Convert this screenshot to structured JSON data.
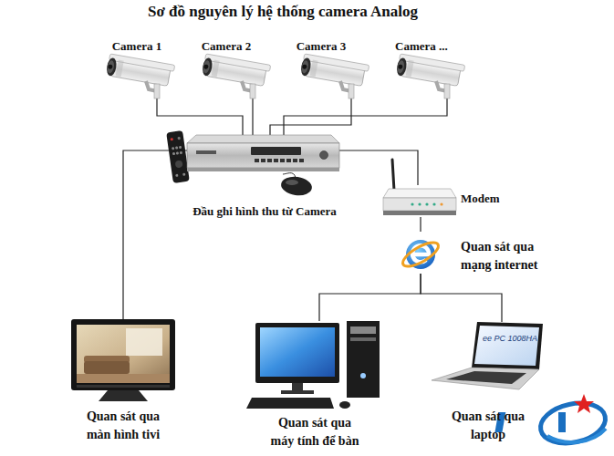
{
  "diagram": {
    "title": "Sơ đồ nguyên lý hệ thống camera Analog",
    "nodes": [
      {
        "text": [
          "Camera 1"
        ]
      },
      {
        "text": [
          "Camera 2"
        ]
      },
      {
        "text": [
          "Camera 3"
        ]
      },
      {
        "text": [
          "Camera ..."
        ]
      },
      {
        "text": [
          "Đầu ghi hình thu từ Camera"
        ]
      },
      {
        "text": [
          "Modem"
        ]
      },
      {
        "text": [
          "Quan sát qua mạng internet"
        ]
      },
      {
        "text": [
          "Quan sát qua màn hình tivi"
        ]
      },
      {
        "text": [
          "Quan sát qua máy tính để bàn"
        ]
      },
      {
        "text": [
          "Quan sát qua laptop"
        ]
      }
    ],
    "edges": [
      {
        "from": 0,
        "to": 4,
        "arrow": "none"
      },
      {
        "from": 1,
        "to": 4,
        "arrow": "none"
      },
      {
        "from": 2,
        "to": 4,
        "arrow": "none"
      },
      {
        "from": 3,
        "to": 4,
        "arrow": "none"
      },
      {
        "from": 4,
        "to": 7,
        "arrow": "none"
      },
      {
        "from": 4,
        "to": 5,
        "arrow": "none"
      },
      {
        "from": 5,
        "to": 6,
        "arrow": "none"
      },
      {
        "from": 6,
        "to": 8,
        "arrow": "none"
      },
      {
        "from": 6,
        "to": 9,
        "arrow": "none"
      }
    ],
    "labels": [
      "ee PC 1008HA"
    ]
  }
}
